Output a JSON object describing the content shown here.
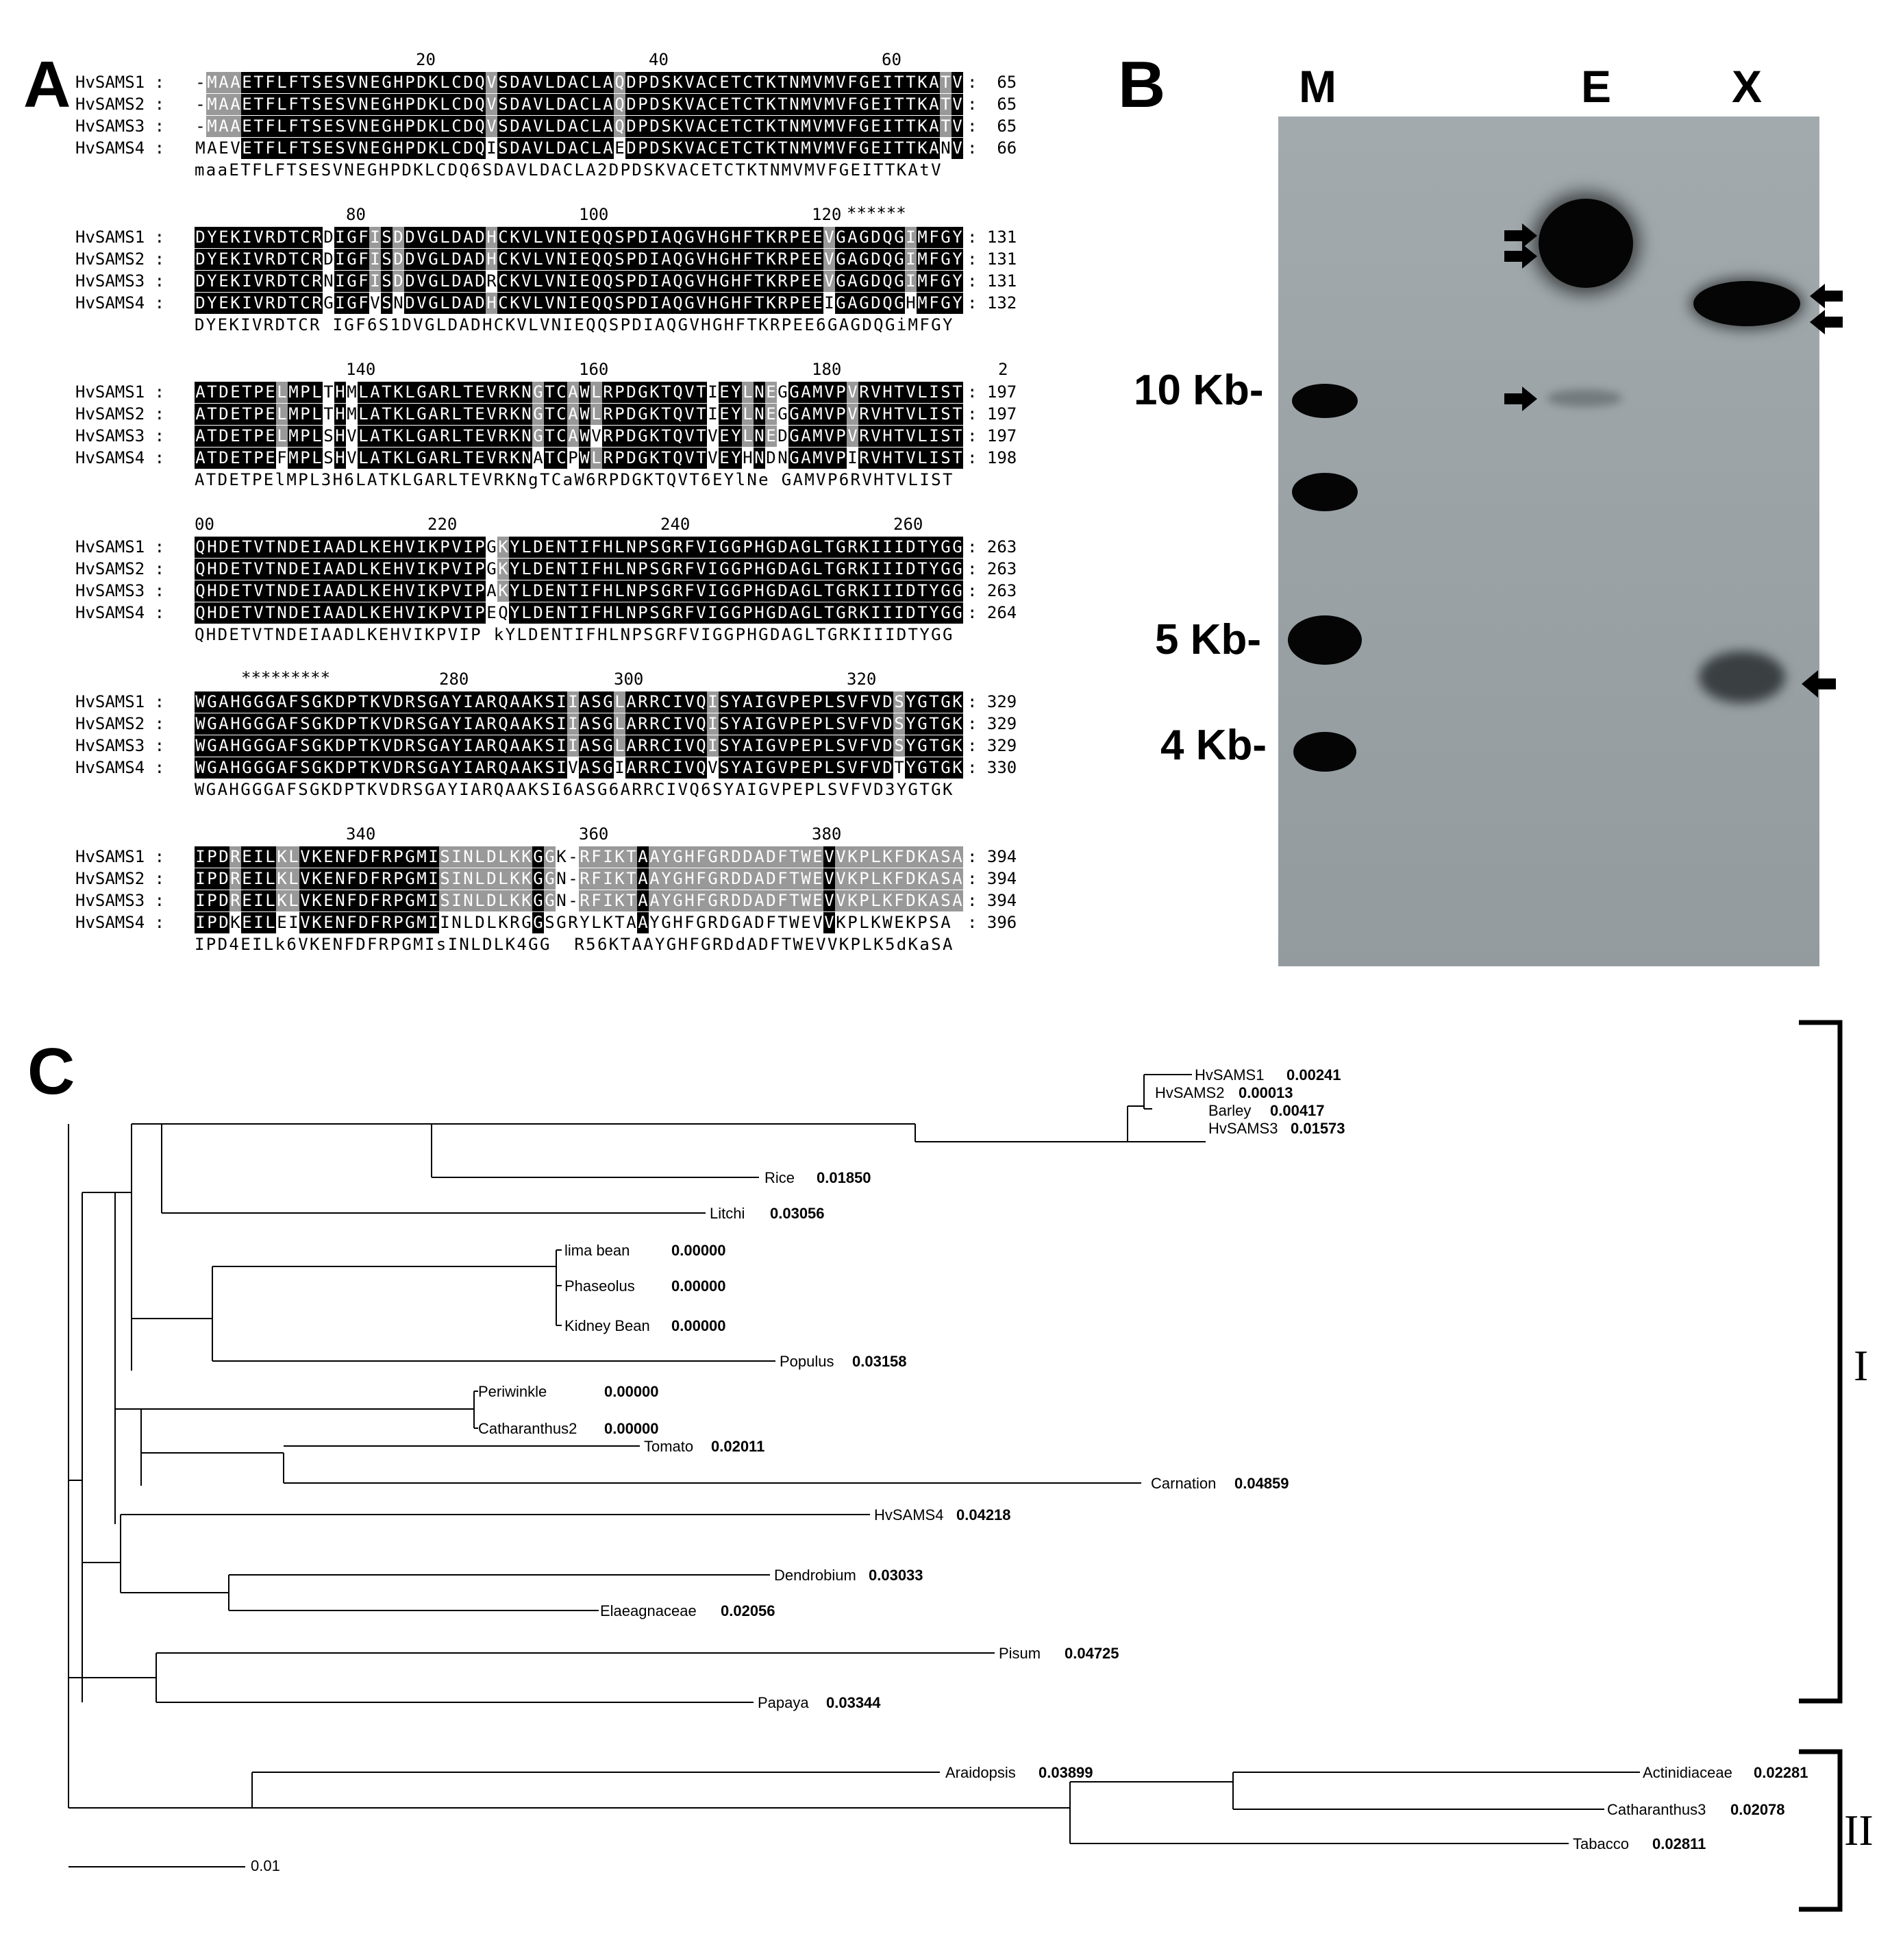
{
  "panels": {
    "a": "A",
    "b": "B",
    "c": "C"
  },
  "alignment": {
    "blocks": [
      {
        "ruler": [
          "20",
          "40",
          "60"
        ],
        "stars": "",
        "rows": [
          {
            "name": "HvSAMS1 :",
            "seq": "-MAAETFLFTSESVNEGHPDKLCDQVSDAVLDACLAQDPDSKVACETCTKTNMVMVFGEITTKATV",
            "end": ":  65"
          },
          {
            "name": "HvSAMS2 :",
            "seq": "-MAAETFLFTSESVNEGHPDKLCDQVSDAVLDACLAQDPDSKVACETCTKTNMVMVFGEITTKATV",
            "end": ":  65"
          },
          {
            "name": "HvSAMS3 :",
            "seq": "-MAAETFLFTSESVNEGHPDKLCDQVSDAVLDACLAQDPDSKVACETCTKTNMVMVFGEITTKATV",
            "end": ":  65"
          },
          {
            "name": "HvSAMS4 :",
            "seq": "MAEVETFLFTSESVNEGHPDKLCDQISDAVLDACLAEDPDSKVACETCTKTNMVMVFGEITTKANV",
            "end": ":  66"
          }
        ],
        "consensus": "maaETFLFTSESVNEGHPDKLCDQ6SDAVLDACLA2DPDSKVACETCTKTNMVMVFGEITTKAtV"
      },
      {
        "ruler": [
          "80",
          "100",
          "120"
        ],
        "stars": "******",
        "rows": [
          {
            "name": "HvSAMS1 :",
            "seq": "DYEKIVRDTCRDIGFISDDVGLDADHCKVLVNIEQQSPDIAQGVHGHFTKRPEEVGAGDQGIMFGY",
            "end": ": 131"
          },
          {
            "name": "HvSAMS2 :",
            "seq": "DYEKIVRDTCRDIGFISDDVGLDADHCKVLVNIEQQSPDIAQGVHGHFTKRPEEVGAGDQGIMFGY",
            "end": ": 131"
          },
          {
            "name": "HvSAMS3 :",
            "seq": "DYEKIVRDTCRNIGFISDDVGLDADRCKVLVNIEQQSPDIAQGVHGHFTKRPEEVGAGDQGIMFGY",
            "end": ": 131"
          },
          {
            "name": "HvSAMS4 :",
            "seq": "DYEKIVRDTCRGIGFVSNDVGLDADHCKVLVNIEQQSPDIAQGVHGHFTKRPEEIGAGDQGHMFGY",
            "end": ": 132"
          }
        ],
        "consensus": "DYEKIVRDTCR IGF6S1DVGLDADHCKVLVNIEQQSPDIAQGVHGHFTKRPEE6GAGDQGiMFGY"
      },
      {
        "ruler": [
          "140",
          "160",
          "180",
          "2"
        ],
        "stars": "",
        "rows": [
          {
            "name": "HvSAMS1 :",
            "seq": "ATDETPELMPLTHMLATKLGARLTEVRKNGTCAWLRPDGKTQVTIEYLNEGGAMVPVRVHTVLIST",
            "end": ": 197"
          },
          {
            "name": "HvSAMS2 :",
            "seq": "ATDETPELMPLTHMLATKLGARLTEVRKNGTCAWLRPDGKTQVTIEYLNEGGAMVPVRVHTVLIST",
            "end": ": 197"
          },
          {
            "name": "HvSAMS3 :",
            "seq": "ATDETPELMPLSHVLATKLGARLTEVRKNGTCAWVRPDGKTQVTVEYLNEDGAMVPVRVHTVLIST",
            "end": ": 197"
          },
          {
            "name": "HvSAMS4 :",
            "seq": "ATDETPEFMPLSHVLATKLGARLTEVRKNATCPWLRPDGKTQVTVEYHNDNGAMVPIRVHTVLIST",
            "end": ": 198"
          }
        ],
        "consensus": "ATDETPElMPL3H6LATKLGARLTEVRKNgTCaW6RPDGKTQVT6EYlNe GAMVP6RVHTVLIST"
      },
      {
        "ruler": [
          "00",
          "220",
          "240",
          "260"
        ],
        "stars": "",
        "rows": [
          {
            "name": "HvSAMS1 :",
            "seq": "QHDETVTNDEIAADLKEHVIKPVIPGKYLDENTIFHLNPSGRFVIGGPHGDAGLTGRKIIIDTYGG",
            "end": ": 263"
          },
          {
            "name": "HvSAMS2 :",
            "seq": "QHDETVTNDEIAADLKEHVIKPVIPGKYLDENTIFHLNPSGRFVIGGPHGDAGLTGRKIIIDTYGG",
            "end": ": 263"
          },
          {
            "name": "HvSAMS3 :",
            "seq": "QHDETVTNDEIAADLKEHVIKPVIPAKYLDENTIFHLNPSGRFVIGGPHGDAGLTGRKIIIDTYGG",
            "end": ": 263"
          },
          {
            "name": "HvSAMS4 :",
            "seq": "QHDETVTNDEIAADLKEHVIKPVIPEQYLDENTIFHLNPSGRFVIGGPHGDAGLTGRKIIIDTYGG",
            "end": ": 264"
          }
        ],
        "consensus": "QHDETVTNDEIAADLKEHVIKPVIP kYLDENTIFHLNPSGRFVIGGPHGDAGLTGRKIIIDTYGG"
      },
      {
        "ruler": [
          "280",
          "300",
          "320"
        ],
        "stars": "*********",
        "rows": [
          {
            "name": "HvSAMS1 :",
            "seq": "WGAHGGGAFSGKDPTKVDRSGAYIARQAAKSIIASGLARRCIVQISYAIGVPEPLSVFVDSYGTGK",
            "end": ": 329"
          },
          {
            "name": "HvSAMS2 :",
            "seq": "WGAHGGGAFSGKDPTKVDRSGAYIARQAAKSIIASGLARRCIVQISYAIGVPEPLSVFVDSYGTGK",
            "end": ": 329"
          },
          {
            "name": "HvSAMS3 :",
            "seq": "WGAHGGGAFSGKDPTKVDRSGAYIARQAAKSIIASGLARRCIVQISYAIGVPEPLSVFVDSYGTGK",
            "end": ": 329"
          },
          {
            "name": "HvSAMS4 :",
            "seq": "WGAHGGGAFSGKDPTKVDRSGAYIARQAAKSIVASGIARRCIVQVSYAIGVPEPLSVFVDTYGTGK",
            "end": ": 330"
          }
        ],
        "consensus": "WGAHGGGAFSGKDPTKVDRSGAYIARQAAKSI6ASG6ARRCIVQ6SYAIGVPEPLSVFVD3YGTGK"
      },
      {
        "ruler": [
          "340",
          "360",
          "380"
        ],
        "stars": "",
        "rows": [
          {
            "name": "HvSAMS1 :",
            "seq": "IPDREILKLVKENFDFRPGMISINLDLKKGGK-RFIKTAAYGHFGRDDADFTWEVVKPLKFDKASA",
            "end": ": 394"
          },
          {
            "name": "HvSAMS2 :",
            "seq": "IPDREILKLVKENFDFRPGMISINLDLKKGGN-RFIKTAAYGHFGRDDADFTWEVVKPLKFDKASA",
            "end": ": 394"
          },
          {
            "name": "HvSAMS3 :",
            "seq": "IPDREILKLVKENFDFRPGMISINLDLKKGGN-RFIKTAAYGHFGRDDADFTWEVVKPLKFDKASA",
            "end": ": 394"
          },
          {
            "name": "HvSAMS4 :",
            "seq": "IPDKEILEIVKENFDFRPGMIINLDLKRGGSGRYLKTAAYGHFGRDGADFTWEVVKPLKWEKPSA",
            "end": ": 396"
          }
        ],
        "consensus": "IPD4EILk6VKENFDFRPGMIsINLDLK4GG  R56KTAAYGHFGRDdADFTWEVVKPLK5dKaSA"
      }
    ]
  },
  "gel": {
    "lanes": [
      "M",
      "E",
      "X"
    ],
    "size_markers": [
      "10 Kb-",
      "5 Kb-",
      "4 Kb-"
    ],
    "background": "#9ca4a8",
    "band_color": "#050505"
  },
  "tree": {
    "leaves": [
      {
        "label": "HvSAMS1",
        "value": "0.00241"
      },
      {
        "label": "HvSAMS2",
        "value": "0.00013"
      },
      {
        "label": "Barley",
        "value": "0.00417"
      },
      {
        "label": "HvSAMS3",
        "value": "0.01573"
      },
      {
        "label": "Rice",
        "value": "0.01850"
      },
      {
        "label": "Litchi",
        "value": "0.03056"
      },
      {
        "label": "lima bean",
        "value": "0.00000"
      },
      {
        "label": "Phaseolus",
        "value": "0.00000"
      },
      {
        "label": "Kidney Bean",
        "value": "0.00000"
      },
      {
        "label": "Populus",
        "value": "0.03158"
      },
      {
        "label": "Periwinkle",
        "value": "0.00000"
      },
      {
        "label": "Catharanthus2",
        "value": "0.00000"
      },
      {
        "label": "Tomato",
        "value": "0.02011"
      },
      {
        "label": "Carnation",
        "value": "0.04859"
      },
      {
        "label": "HvSAMS4",
        "value": "0.04218"
      },
      {
        "label": "Dendrobium",
        "value": "0.03033"
      },
      {
        "label": "Elaeagnaceae",
        "value": "0.02056"
      },
      {
        "label": "Pisum",
        "value": "0.04725"
      },
      {
        "label": "Papaya",
        "value": "0.03344"
      },
      {
        "label": "Araidopsis",
        "value": "0.03899"
      },
      {
        "label": "Actinidiaceae",
        "value": "0.02281"
      },
      {
        "label": "Catharanthus3",
        "value": "0.02078"
      },
      {
        "label": "Tabacco",
        "value": "0.02811"
      }
    ],
    "scale_bar": "0.01",
    "clades": [
      "I",
      "II"
    ]
  }
}
